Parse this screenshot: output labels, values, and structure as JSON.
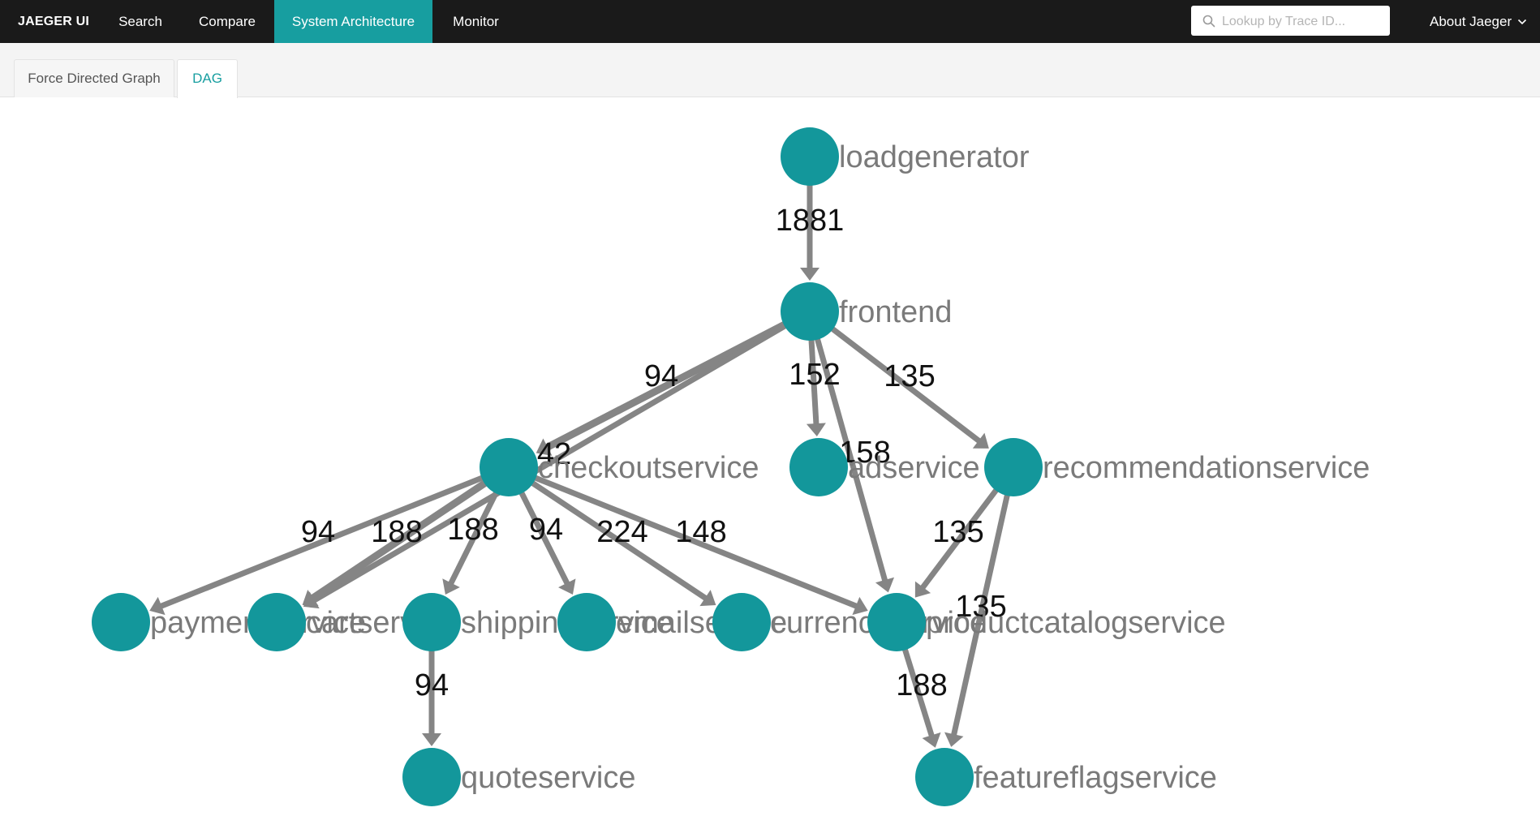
{
  "nav": {
    "brand": "JAEGER UI",
    "items": [
      {
        "label": "Search"
      },
      {
        "label": "Compare"
      },
      {
        "label": "System Architecture",
        "active": true
      },
      {
        "label": "Monitor"
      }
    ],
    "search_placeholder": "Lookup by Trace ID...",
    "about_label": "About Jaeger"
  },
  "tabs": [
    {
      "label": "Force Directed Graph",
      "active": false
    },
    {
      "label": "DAG",
      "active": true
    }
  ],
  "colors": {
    "node": "#13979b",
    "edge": "#858585",
    "accent": "#179ea0"
  },
  "graph": {
    "nodes": [
      {
        "id": "loadgenerator",
        "label": "loadgenerator"
      },
      {
        "id": "frontend",
        "label": "frontend"
      },
      {
        "id": "checkoutservice",
        "label": "checkoutservice"
      },
      {
        "id": "adservice",
        "label": "adservice"
      },
      {
        "id": "recommendationservice",
        "label": "recommendationservice"
      },
      {
        "id": "paymentservice",
        "label": "paymentservice"
      },
      {
        "id": "cartservice",
        "label": "cartservice"
      },
      {
        "id": "shippingservice",
        "label": "shippingservice"
      },
      {
        "id": "emailservice",
        "label": "emailservice"
      },
      {
        "id": "currencyservice",
        "label": "currencyservice"
      },
      {
        "id": "productcatalogservice",
        "label": "productcatalogservice"
      },
      {
        "id": "quoteservice",
        "label": "quoteservice"
      },
      {
        "id": "featureflagservice",
        "label": "featureflagservice"
      }
    ],
    "edges": [
      {
        "from": "loadgenerator",
        "to": "frontend",
        "label": "1881"
      },
      {
        "from": "frontend",
        "to": "checkoutservice",
        "label": "94"
      },
      {
        "from": "frontend",
        "to": "cartservice",
        "label": "42"
      },
      {
        "from": "frontend",
        "to": "adservice",
        "label": "152"
      },
      {
        "from": "frontend",
        "to": "productcatalogservice",
        "label": "158"
      },
      {
        "from": "frontend",
        "to": "recommendationservice",
        "label": "135"
      },
      {
        "from": "checkoutservice",
        "to": "paymentservice",
        "label": "94"
      },
      {
        "from": "checkoutservice",
        "to": "cartservice",
        "label": "188"
      },
      {
        "from": "checkoutservice",
        "to": "shippingservice",
        "label": "188"
      },
      {
        "from": "checkoutservice",
        "to": "emailservice",
        "label": "94"
      },
      {
        "from": "checkoutservice",
        "to": "currencyservice",
        "label": "224"
      },
      {
        "from": "checkoutservice",
        "to": "productcatalogservice",
        "label": "148"
      },
      {
        "from": "recommendationservice",
        "to": "productcatalogservice",
        "label": "135"
      },
      {
        "from": "recommendationservice",
        "to": "featureflagservice",
        "label": "135"
      },
      {
        "from": "shippingservice",
        "to": "quoteservice",
        "label": "94"
      },
      {
        "from": "productcatalogservice",
        "to": "featureflagservice",
        "label": "188"
      }
    ]
  }
}
